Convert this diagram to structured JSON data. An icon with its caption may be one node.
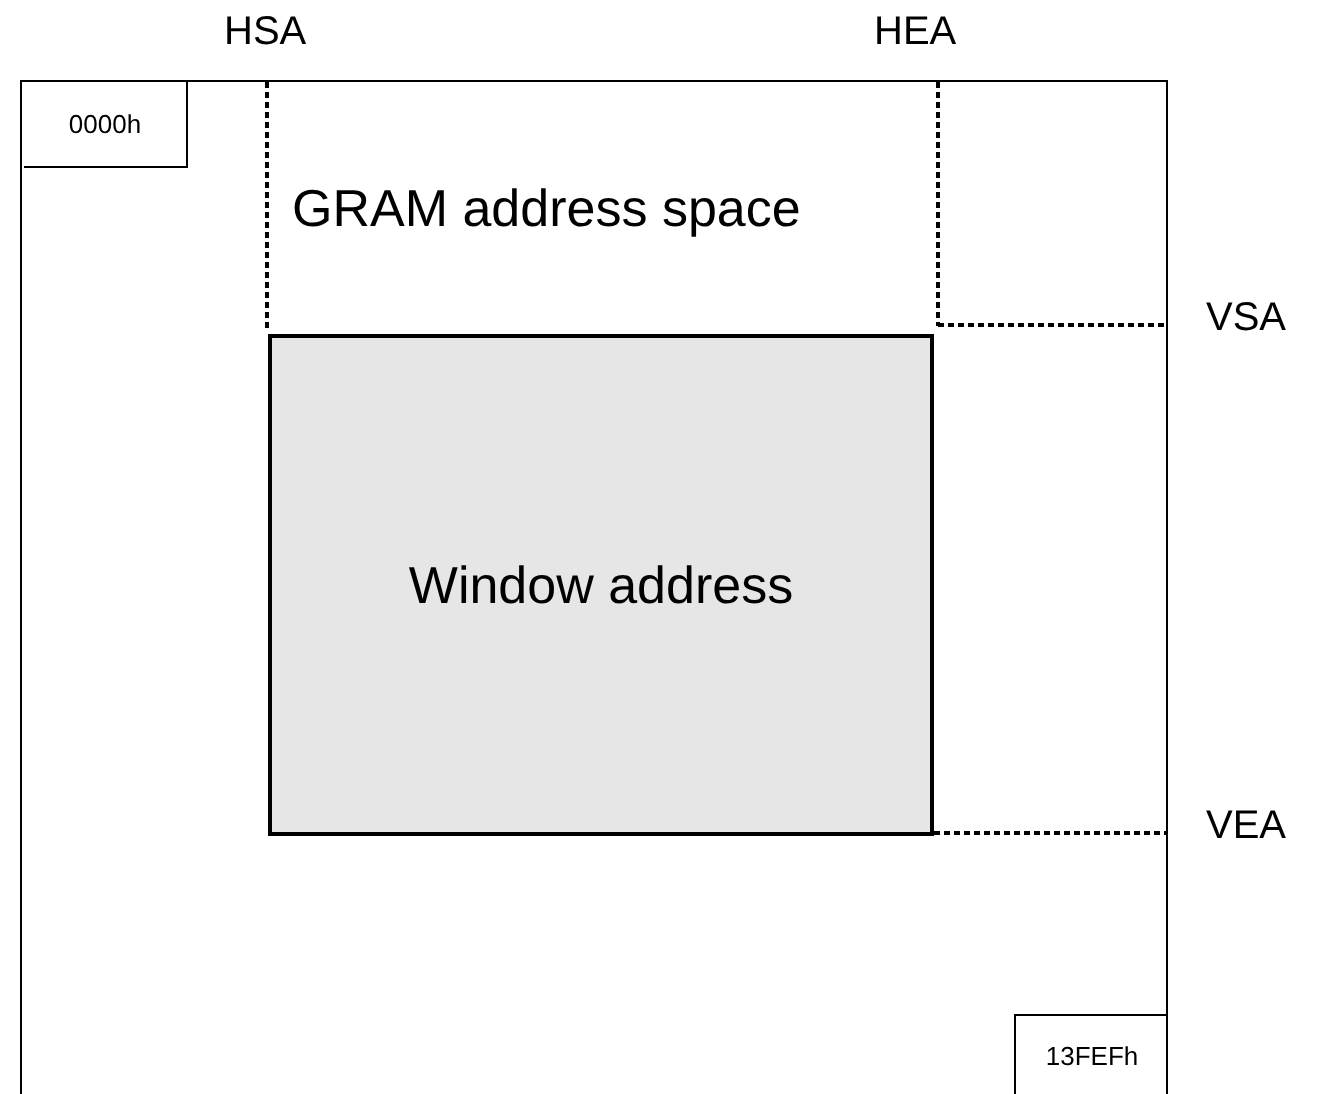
{
  "diagram": {
    "nodes": [
      {
        "text": [
          "GRAM address space"
        ]
      },
      {
        "text": [
          "0000h"
        ],
        "in": 0
      },
      {
        "text": [
          "Window address"
        ],
        "in": 0
      },
      {
        "text": [
          "13FEFh"
        ],
        "in": 0
      }
    ],
    "labels": [
      "HSA",
      "HEA",
      "VSA",
      "VEA"
    ]
  }
}
